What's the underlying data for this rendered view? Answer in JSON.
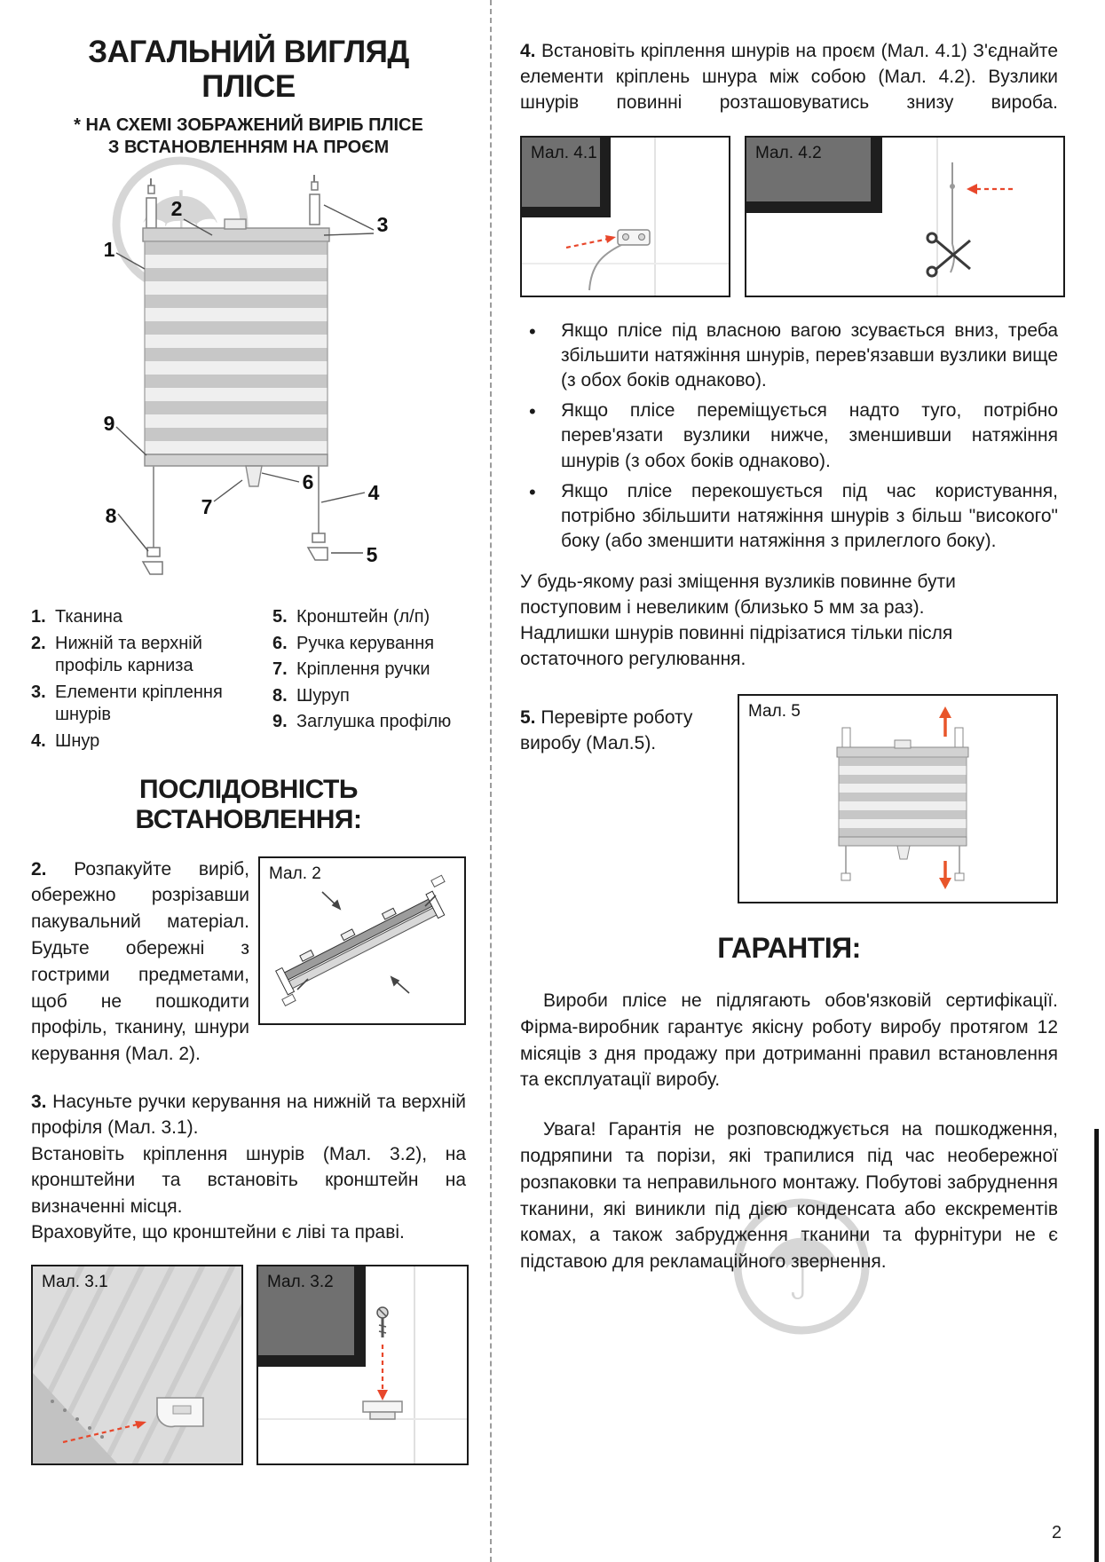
{
  "page": {
    "number": "2"
  },
  "icons": {
    "umbrella": "☂"
  },
  "colors": {
    "accent_red": "#e8472b",
    "watermark_grey": "#d6d6d6"
  },
  "overview": {
    "title_line1": "ЗАГАЛЬНИЙ ВИГЛЯД",
    "title_line2": "ПЛІСЕ",
    "subtitle_line1": "* НА СХЕМІ ЗОБРАЖЕНИЙ ВИРІБ ПЛІСЕ",
    "subtitle_line2": "З ВСТАНОВЛЕННЯМ НА ПРОЄМ",
    "callouts": [
      "1",
      "2",
      "3",
      "4",
      "5",
      "6",
      "7",
      "8",
      "9"
    ],
    "legend_col1": [
      {
        "num": "1.",
        "text": "Тканина"
      },
      {
        "num": "2.",
        "text": "Нижній та верхній профіль карниза"
      },
      {
        "num": "3.",
        "text": "Елементи кріплення шнурів"
      },
      {
        "num": "4.",
        "text": "Шнур"
      }
    ],
    "legend_col2": [
      {
        "num": "5.",
        "text": "Кронштейн (л/п)"
      },
      {
        "num": "6.",
        "text": "Ручка керування"
      },
      {
        "num": "7.",
        "text": "Кріплення ручки"
      },
      {
        "num": "8.",
        "text": "Шуруп"
      },
      {
        "num": "9.",
        "text": "Заглушка профілю"
      }
    ]
  },
  "installation": {
    "section_title": "ПОСЛІДОВНІСТЬ ВСТАНОВЛЕННЯ:",
    "step2": {
      "num": "2.",
      "text": "Розпакуйте виріб, обережно розрізавши пакувальний матеріал. Будьте обережні з гострими предметами, щоб не пошкодити профіль, тканину, шнури керування (Мал. 2)."
    },
    "fig2_label": "Мал. 2",
    "step3": {
      "num": "3.",
      "line1": "Насуньте ручки керування на нижній та верхній профіля (Мал. 3.1).",
      "line2": "Встановіть кріплення шнурів (Мал. 3.2), на кронштейни та встановіть кронштейн на визначенні місця.",
      "line3": "Враховуйте, що кронштейни є ліві та праві."
    },
    "fig31_label": "Мал. 3.1",
    "fig32_label": "Мал. 3.2",
    "step4": {
      "num": "4.",
      "text": "Встановіть кріплення шнурів на проєм (Мал. 4.1) З'єднайте елементи кріплень шнура між собою (Мал. 4.2). Вузлики шнурів повинні розташовуватись знизу вироба."
    },
    "fig41_label": "Мал. 4.1",
    "fig42_label": "Мал. 4.2",
    "bullets": [
      "Якщо плісе під власною вагою зсувається вниз, треба збільшити натяжіння шнурів, перев'язавши вузлики вище (з обох боків однаково).",
      "Якщо плісе переміщується надто туго, потрібно перев'язати вузлики нижче, зменшивши натяжіння шнурів (з обох боків однаково).",
      "Якщо плісе перекошується під час користування, потрібно збільшити натяжіння шнурів з більш \"високого\" боку (або зменшити натяжіння з прилеглого боку)."
    ],
    "adjust_note_line1": "У будь-якому разі зміщення вузликів повинне бути поступовим і невеликим (близько 5 мм за раз).",
    "adjust_note_line2": "Надлишки шнурів повинні підрізатися тільки після остаточного регулювання.",
    "step5": {
      "num": "5.",
      "text": "Перевірте роботу виробу (Мал.5)."
    },
    "fig5_label": "Мал. 5"
  },
  "warranty": {
    "title": "ГАРАНТІЯ:",
    "p1": "Вироби плісе не підлягають обов'язковій сертифікації. Фірма-виробник гарантує якісну роботу виробу протягом 12 місяців з дня продажу при дотриманні правил встановлення та експлуатації виробу.",
    "p2": "Увага! Гарантія не розповсюджується на пошкодження, подряпини та порізи, які трапилися під час необережної розпаковки та неправильного монтажу. Побутові забруднення тканини, які виникли під дією конденсата або екскрементів комах, а також забрудження тканини та фурнітури не є підставою для рекламаційного звернення."
  }
}
